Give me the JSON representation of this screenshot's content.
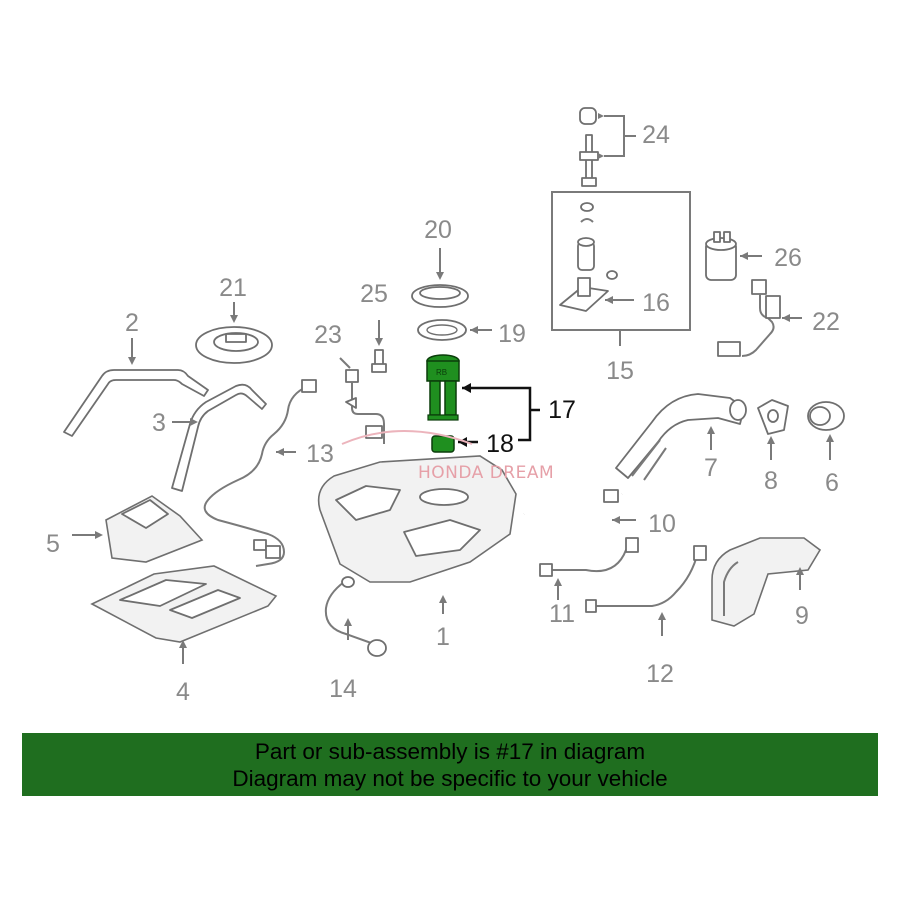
{
  "diagram": {
    "watermark": "HONDA DREAM",
    "highlight_color": "#1f8f1f",
    "callouts": [
      {
        "id": "1"
      },
      {
        "id": "2"
      },
      {
        "id": "3"
      },
      {
        "id": "4"
      },
      {
        "id": "5"
      },
      {
        "id": "6"
      },
      {
        "id": "7"
      },
      {
        "id": "8"
      },
      {
        "id": "9"
      },
      {
        "id": "10"
      },
      {
        "id": "11"
      },
      {
        "id": "12"
      },
      {
        "id": "13"
      },
      {
        "id": "14"
      },
      {
        "id": "15"
      },
      {
        "id": "16"
      },
      {
        "id": "17"
      },
      {
        "id": "18"
      },
      {
        "id": "19"
      },
      {
        "id": "20"
      },
      {
        "id": "21"
      },
      {
        "id": "22"
      },
      {
        "id": "23"
      },
      {
        "id": "24"
      },
      {
        "id": "25"
      },
      {
        "id": "26"
      }
    ]
  },
  "banner": {
    "line1": "Part or sub-assembly is #17 in diagram",
    "line2": "Diagram may not be specific to your vehicle",
    "color": "#1f6e1f"
  }
}
